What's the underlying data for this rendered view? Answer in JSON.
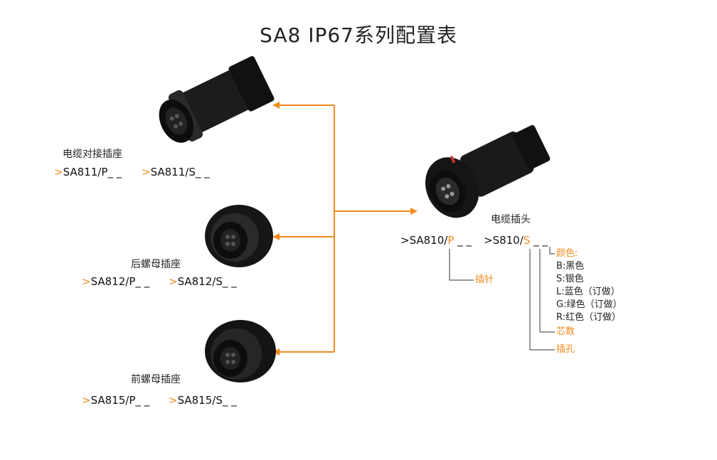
{
  "title": "SA8 IP67系列配置表",
  "colors": {
    "accent": "#f28c1e",
    "product_body": "#1a1a1a",
    "text": "#222222"
  },
  "arrow_prefix": ">",
  "products": [
    {
      "name": "电缆对接插座",
      "code_p": "SA811/P_ _",
      "code_s": "SA811/S_ _",
      "icon": "cable-socket-image"
    },
    {
      "name": "后螺母插座",
      "code_p": "SA812/P_ _",
      "code_s": "SA812/S_ _",
      "icon": "rear-nut-socket-image"
    },
    {
      "name": "前螺母插座",
      "code_p": "SA815/P_ _",
      "code_s": "SA815/S_ _",
      "icon": "front-nut-socket-image"
    }
  ],
  "plug": {
    "name": "电缆插头",
    "code_p_prefix": ">SA810/",
    "code_p_letter": "P",
    "code_p_blanks": "_ _",
    "code_s_prefix": ">S810/",
    "code_s_letter": "S",
    "code_s_blanks": "_ _",
    "icon": "cable-plug-image"
  },
  "legend": {
    "color_title": "颜色:",
    "colors": [
      "B:黑色",
      "S:银色",
      "L:蓝色（订做）",
      "G:绿色（订做）",
      "R:红色（订做）"
    ],
    "pin_count": "芯数",
    "socket_hole": "插孔",
    "pin": "插针"
  }
}
